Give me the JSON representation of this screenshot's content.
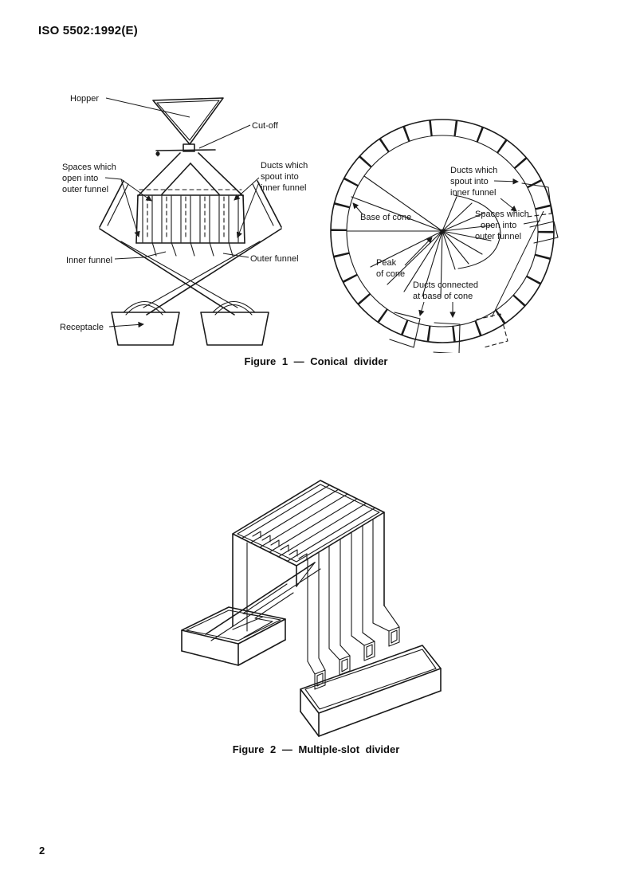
{
  "page": {
    "header": "ISO 5502:1992(E)",
    "page_number": "2"
  },
  "figure1": {
    "caption": "Figure 1 — Conical divider",
    "section": {
      "hopper": "Hopper",
      "cutoff": "Cut-off",
      "spaces_outer": [
        "Spaces which",
        "open into",
        "outer funnel"
      ],
      "ducts_inner": [
        "Ducts which",
        "spout into",
        "inner funnel"
      ],
      "inner_funnel": "Inner funnel",
      "outer_funnel": "Outer funnel",
      "receptacle": "Receptacle"
    },
    "plan": {
      "ducts_inner": [
        "Ducts which",
        "spout into",
        "inner funnel"
      ],
      "base_of_cone": "Base of cone",
      "spaces_outer": [
        "Spaces which",
        "open into",
        "outer funnel"
      ],
      "peak_of_cone": [
        "Peak",
        "of cone"
      ],
      "ducts_connected": [
        "Ducts connected",
        "at base of cone"
      ]
    }
  },
  "figure2": {
    "caption": "Figure 2 — Multiple-slot divider"
  }
}
